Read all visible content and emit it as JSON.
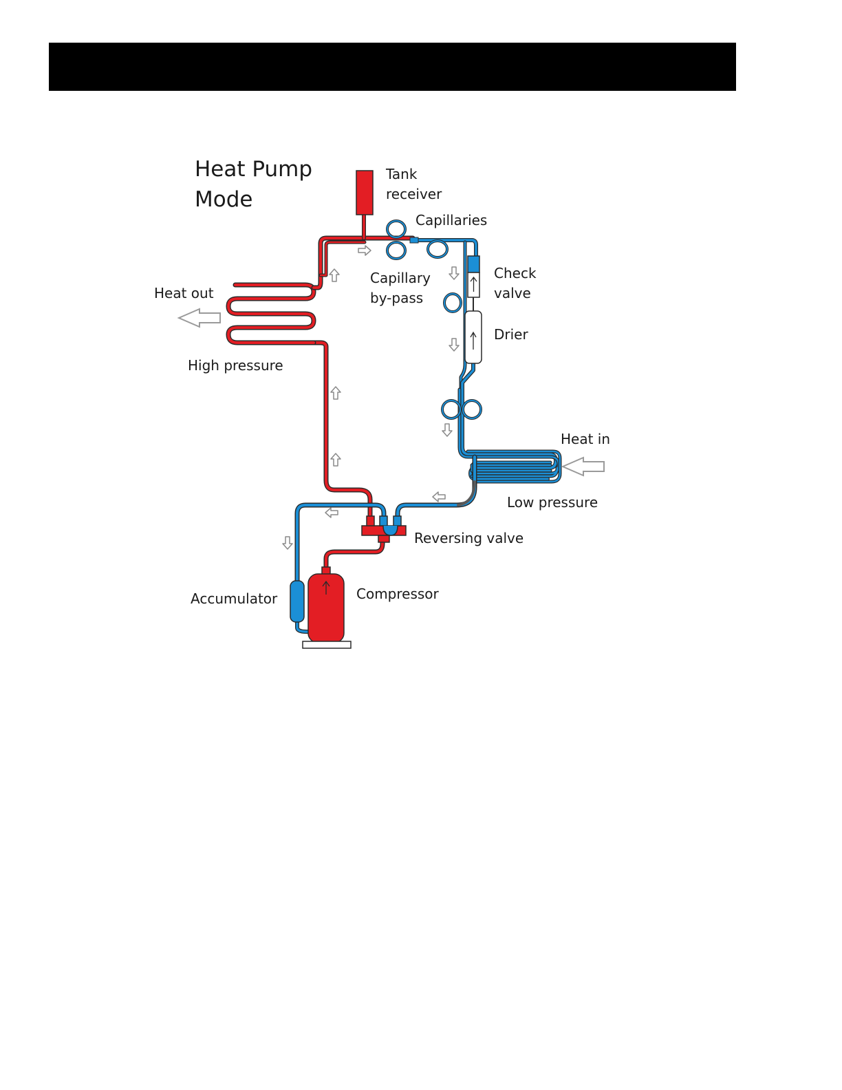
{
  "header": {
    "text": ""
  },
  "diagram": {
    "title_line1": "Heat Pump",
    "title_line2": "Mode",
    "labels": {
      "tank_receiver_1": "Tank",
      "tank_receiver_2": "receiver",
      "capillaries": "Capillaries",
      "capillary_bypass_1": "Capillary",
      "capillary_bypass_2": "by-pass",
      "check_valve_1": "Check",
      "check_valve_2": "valve",
      "drier": "Drier",
      "heat_out": "Heat out",
      "high_pressure": "High pressure",
      "heat_in": "Heat in",
      "low_pressure": "Low pressure",
      "reversing_valve": "Reversing valve",
      "accumulator": "Accumulator",
      "compressor": "Compressor"
    },
    "colors": {
      "hot": "#e31e24",
      "cold": "#1b8fd6",
      "outline": "#2a2a2a",
      "arrow_fill": "#ffffff",
      "arrow_stroke": "#8a8a8a"
    }
  }
}
